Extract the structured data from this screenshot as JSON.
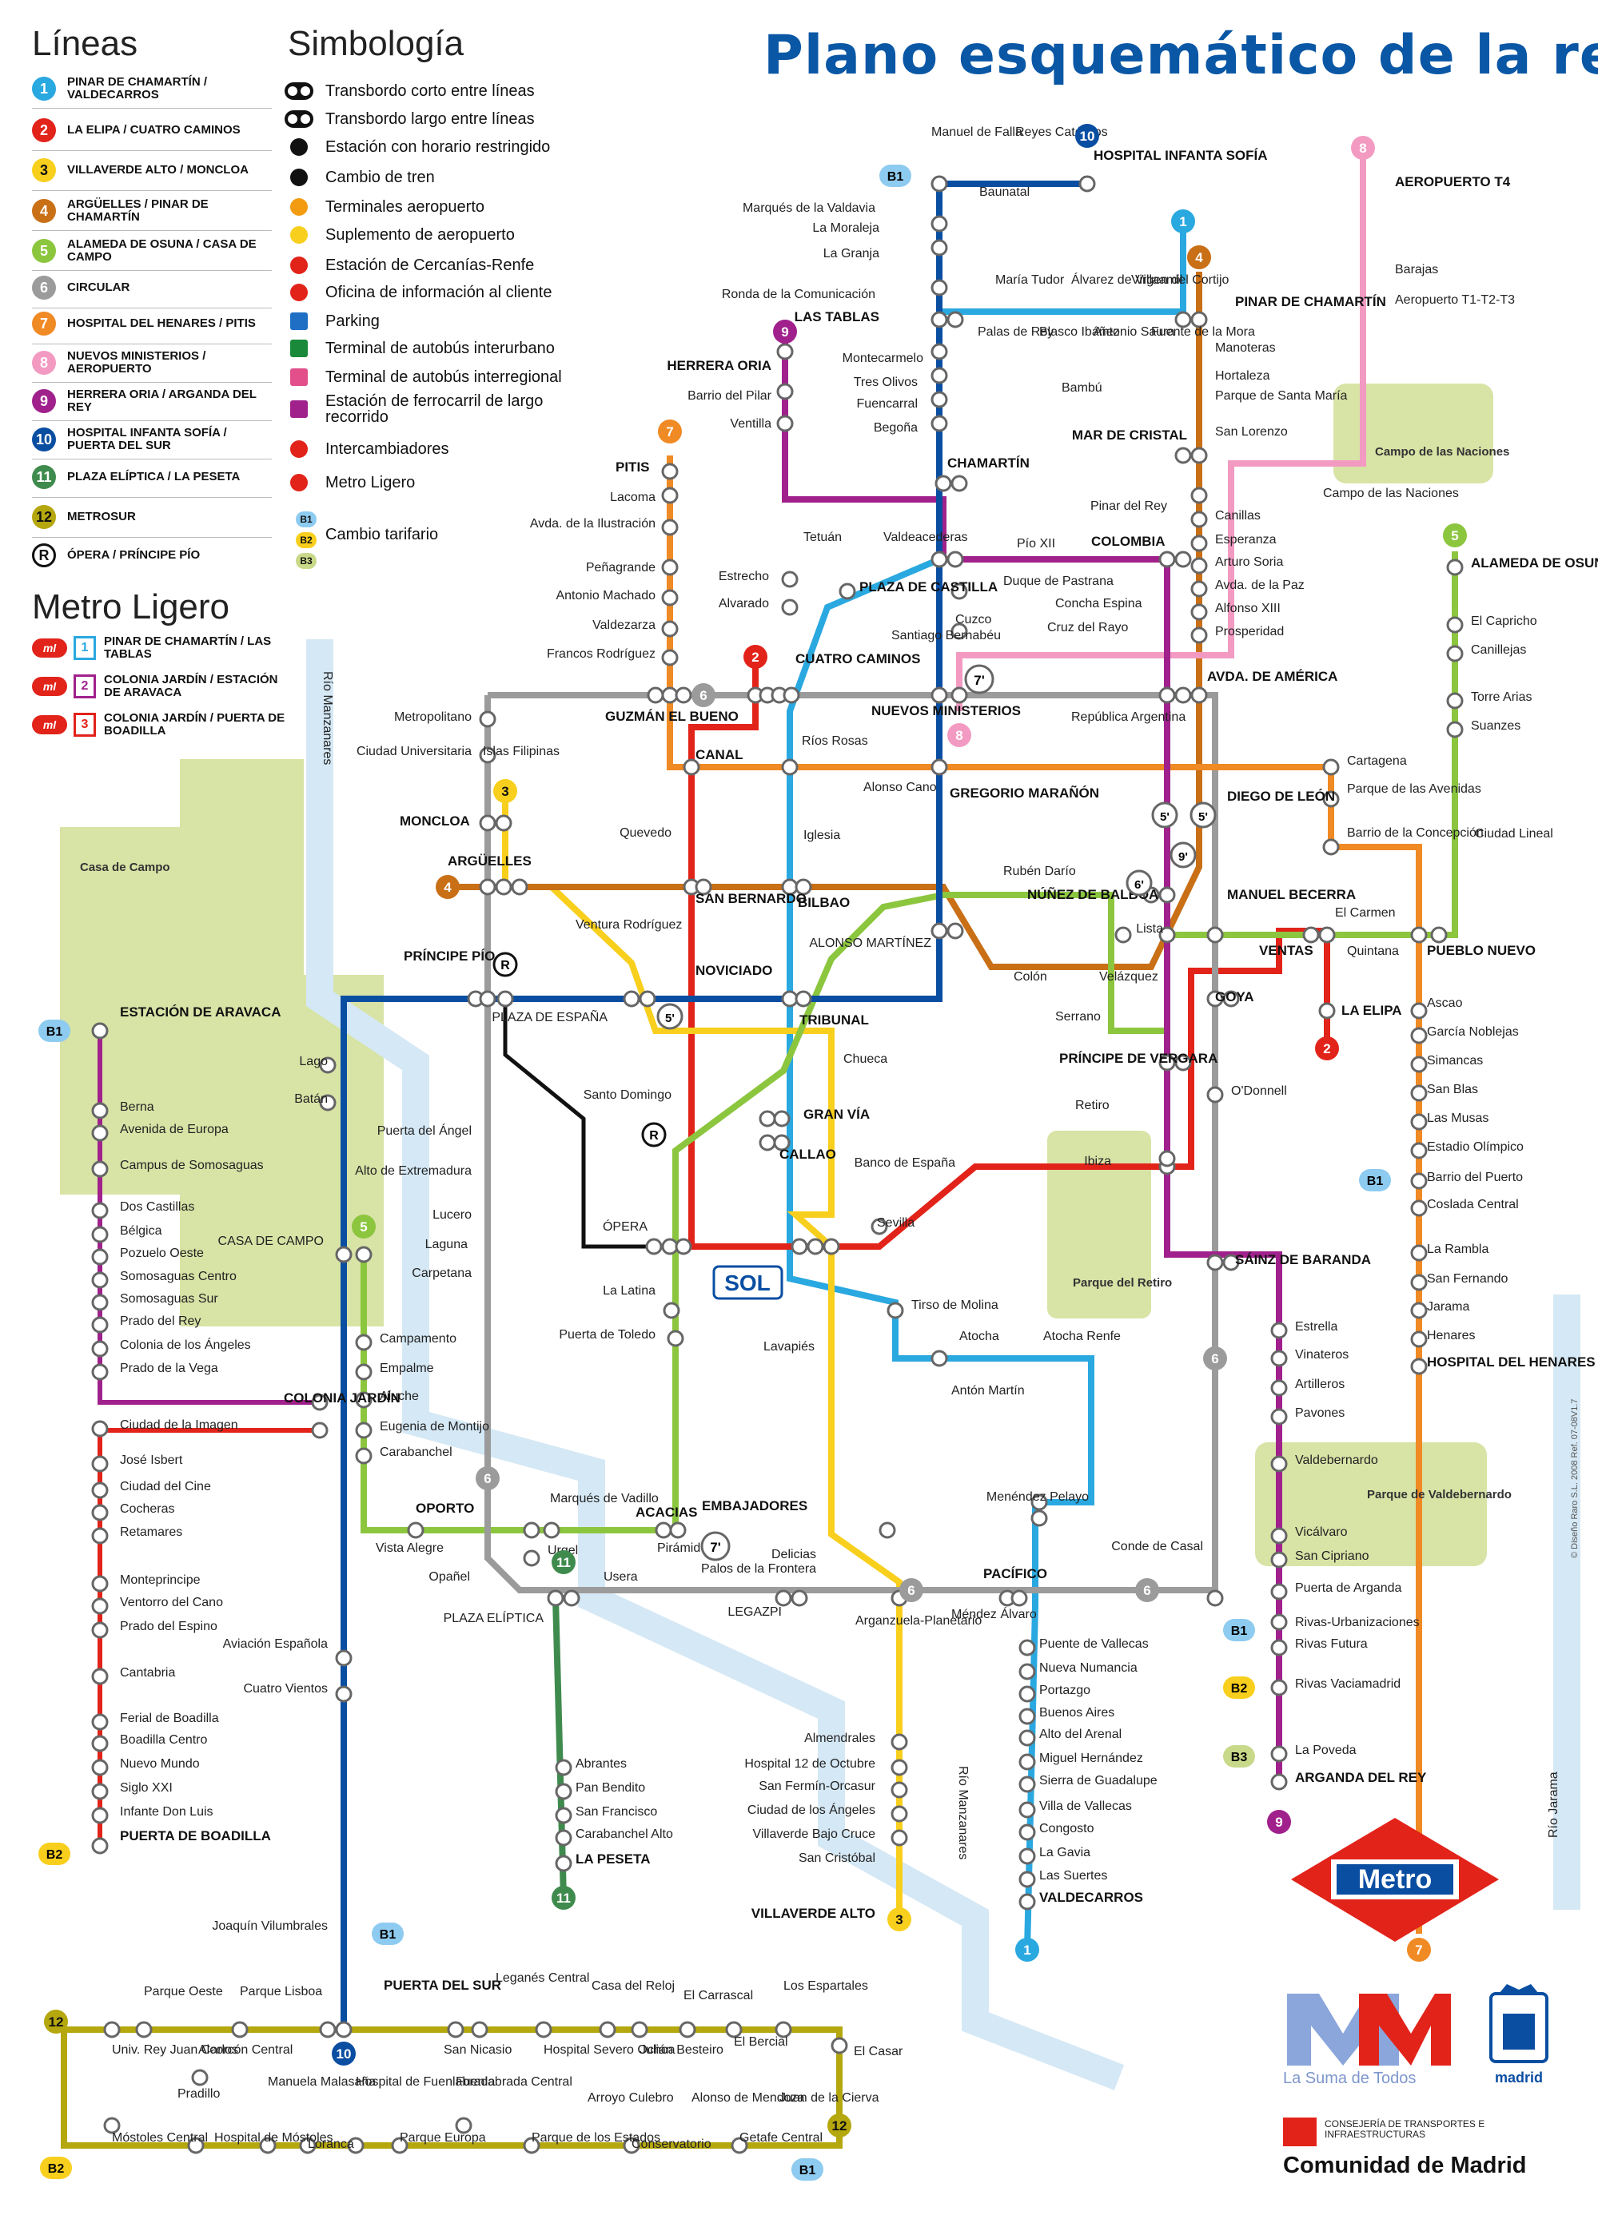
{
  "title": "Plano esquemático de la red",
  "legend": {
    "lines_heading": "Líneas",
    "lines": [
      {
        "num": "1",
        "color": "#2aa8e0",
        "text": "PINAR DE CHAMARTÍN / VALDECARROS"
      },
      {
        "num": "2",
        "color": "#e2231a",
        "text": "LA ELIPA / CUATRO CAMINOS"
      },
      {
        "num": "3",
        "color": "#f8cf1c",
        "text": "VILLAVERDE ALTO / MONCLOA"
      },
      {
        "num": "4",
        "color": "#c96f16",
        "text": "ARGÜELLES / PINAR DE CHAMARTÍN"
      },
      {
        "num": "5",
        "color": "#8cc63f",
        "text": "ALAMEDA DE OSUNA / CASA DE CAMPO"
      },
      {
        "num": "6",
        "color": "#9b9b9b",
        "text": "CIRCULAR"
      },
      {
        "num": "7",
        "color": "#f08a24",
        "text": "HOSPITAL DEL HENARES / PITIS"
      },
      {
        "num": "8",
        "color": "#f39ac2",
        "text": "NUEVOS MINISTERIOS / AEROPUERTO"
      },
      {
        "num": "9",
        "color": "#a0218c",
        "text": "HERRERA ORIA / ARGANDA DEL REY"
      },
      {
        "num": "10",
        "color": "#0a4ea2",
        "text": "HOSPITAL INFANTA SOFÍA / PUERTA DEL SUR"
      },
      {
        "num": "11",
        "color": "#3f8b4e",
        "text": "PLAZA ELÍPTICA / LA PESETA"
      },
      {
        "num": "12",
        "color": "#b5a70e",
        "text": "METROSUR"
      },
      {
        "num": "R",
        "color": "#ffffff",
        "text": "ÓPERA / PRÍNCIPE PÍO"
      }
    ],
    "symbols_heading": "Simbología",
    "symbols": [
      "Transbordo corto entre líneas",
      "Transbordo largo entre líneas",
      "Estación con horario restringido",
      "Cambio de tren",
      "Terminales aeropuerto",
      "Suplemento de aeropuerto",
      "Estación de Cercanías-Renfe",
      "Oficina de información al cliente",
      "Parking",
      "Terminal de autobús interurbano",
      "Terminal de autobús interregional",
      "Estación de ferrocarril de largo recorrido",
      "Intercambiadores",
      "Metro Ligero",
      "Cambio tarifario"
    ],
    "tariff_codes": [
      "B1",
      "B2",
      "B3"
    ],
    "ml_heading": "Metro Ligero",
    "ml_lines": [
      {
        "num": "1",
        "color": "#2aa8e0",
        "text": "PINAR DE CHAMARTÍN / LAS TABLAS"
      },
      {
        "num": "2",
        "color": "#a0218c",
        "text": "COLONIA JARDÍN / ESTACIÓN DE ARAVACA"
      },
      {
        "num": "3",
        "color": "#e2231a",
        "text": "COLONIA JARDÍN / PUERTA DE BOADILLA"
      }
    ],
    "ml_badge": "ml"
  },
  "parks": [
    {
      "text": "Casa de Campo"
    },
    {
      "text": "Campo de las Naciones"
    },
    {
      "text": "Parque del Retiro"
    },
    {
      "text": "Parque de Valdebernardo"
    }
  ],
  "rivers": [
    {
      "text": "Río Manzanares"
    },
    {
      "text": "Río Manzanares"
    },
    {
      "text": "Río Jarama"
    }
  ],
  "badges": {
    "sol": "SOL",
    "shuttle_5": "5'",
    "shuttle_6": "6'",
    "shuttle_7": "7'",
    "shuttle_9": "9'",
    "ramal": "R",
    "b1": "B1",
    "b2": "B2",
    "b3": "B3"
  },
  "stations": [
    {
      "t": "Manuel de Falla"
    },
    {
      "t": "Reyes Católicos"
    },
    {
      "t": "HOSPITAL INFANTA SOFÍA"
    },
    {
      "t": "Baunatal"
    },
    {
      "t": "Marqués de la Valdavia"
    },
    {
      "t": "La Moraleja"
    },
    {
      "t": "La Granja"
    },
    {
      "t": "Ronda de la Comunicación"
    },
    {
      "t": "LAS TABLAS"
    },
    {
      "t": "María Tudor"
    },
    {
      "t": "Álvarez de Villaamil"
    },
    {
      "t": "Virgen del Cortijo"
    },
    {
      "t": "Palas de Rey"
    },
    {
      "t": "Blasco Ibáñez"
    },
    {
      "t": "Antonio Saura"
    },
    {
      "t": "Fuente de la Mora"
    },
    {
      "t": "PINAR DE CHAMARTÍN"
    },
    {
      "t": "AEROPUERTO T4"
    },
    {
      "t": "Barajas"
    },
    {
      "t": "Aeropuerto T1-T2-T3"
    },
    {
      "t": "Manoteras"
    },
    {
      "t": "Hortaleza"
    },
    {
      "t": "Parque de Santa María"
    },
    {
      "t": "San Lorenzo"
    },
    {
      "t": "HERRERA ORIA"
    },
    {
      "t": "Barrio del Pilar"
    },
    {
      "t": "Ventilla"
    },
    {
      "t": "Montecarmelo"
    },
    {
      "t": "Tres Olivos"
    },
    {
      "t": "Fuencarral"
    },
    {
      "t": "Begoña"
    },
    {
      "t": "Bambú"
    },
    {
      "t": "CHAMARTÍN"
    },
    {
      "t": "MAR DE CRISTAL"
    },
    {
      "t": "Campo de las Naciones"
    },
    {
      "t": "PITIS"
    },
    {
      "t": "Lacoma"
    },
    {
      "t": "Avda. de la Ilustración"
    },
    {
      "t": "Peñagrande"
    },
    {
      "t": "Antonio Machado"
    },
    {
      "t": "Valdezarza"
    },
    {
      "t": "Francos Rodríguez"
    },
    {
      "t": "Tetuán"
    },
    {
      "t": "Valdeacederas"
    },
    {
      "t": "Pío XII"
    },
    {
      "t": "COLOMBIA"
    },
    {
      "t": "Pinar del Rey"
    },
    {
      "t": "Canillas"
    },
    {
      "t": "Esperanza"
    },
    {
      "t": "Arturo Soria"
    },
    {
      "t": "Avda. de la Paz"
    },
    {
      "t": "Alfonso XIII"
    },
    {
      "t": "Prosperidad"
    },
    {
      "t": "ALAMEDA DE OSUNA"
    },
    {
      "t": "El Capricho"
    },
    {
      "t": "Canillejas"
    },
    {
      "t": "Torre Arias"
    },
    {
      "t": "Suanzes"
    },
    {
      "t": "Estrecho"
    },
    {
      "t": "Alvarado"
    },
    {
      "t": "PLAZA DE CASTILLA"
    },
    {
      "t": "Duque de Pastrana"
    },
    {
      "t": "Concha Espina"
    },
    {
      "t": "Cruz del Rayo"
    },
    {
      "t": "Cuzco"
    },
    {
      "t": "Santiago Bernabéu"
    },
    {
      "t": "CUATRO CAMINOS"
    },
    {
      "t": "NUEVOS MINISTERIOS"
    },
    {
      "t": "República Argentina"
    },
    {
      "t": "AVDA. DE AMÉRICA"
    },
    {
      "t": "Metropolitano"
    },
    {
      "t": "Ciudad Universitaria"
    },
    {
      "t": "GUZMÁN EL BUENO"
    },
    {
      "t": "Islas Filipinas"
    },
    {
      "t": "CANAL"
    },
    {
      "t": "Ríos Rosas"
    },
    {
      "t": "Alonso Cano"
    },
    {
      "t": "GREGORIO MARAÑÓN"
    },
    {
      "t": "Cartagena"
    },
    {
      "t": "Parque de las Avenidas"
    },
    {
      "t": "Barrio de la Concepción"
    },
    {
      "t": "Ciudad Lineal"
    },
    {
      "t": "DIEGO DE LEÓN"
    },
    {
      "t": "MONCLOA"
    },
    {
      "t": "Quevedo"
    },
    {
      "t": "Iglesia"
    },
    {
      "t": "ARGÜELLES"
    },
    {
      "t": "SAN BERNARDO"
    },
    {
      "t": "BILBAO"
    },
    {
      "t": "Rubén Darío"
    },
    {
      "t": "NÚÑEZ DE BALBOA"
    },
    {
      "t": "MANUEL BECERRA"
    },
    {
      "t": "El Carmen"
    },
    {
      "t": "Quintana"
    },
    {
      "t": "VENTAS"
    },
    {
      "t": "PUEBLO NUEVO"
    },
    {
      "t": "Ventura Rodríguez"
    },
    {
      "t": "PRÍNCIPE PÍO"
    },
    {
      "t": "NOVICIADO"
    },
    {
      "t": "ALONSO MARTÍNEZ"
    },
    {
      "t": "Lista"
    },
    {
      "t": "Colón"
    },
    {
      "t": "Velázquez"
    },
    {
      "t": "Serrano"
    },
    {
      "t": "GOYA"
    },
    {
      "t": "LA ELIPA"
    },
    {
      "t": "Ascao"
    },
    {
      "t": "García Noblejas"
    },
    {
      "t": "Simancas"
    },
    {
      "t": "San Blas"
    },
    {
      "t": "Las Musas"
    },
    {
      "t": "Estadio Olímpico"
    },
    {
      "t": "Barrio del Puerto"
    },
    {
      "t": "Coslada Central"
    },
    {
      "t": "La Rambla"
    },
    {
      "t": "San Fernando"
    },
    {
      "t": "Jarama"
    },
    {
      "t": "Henares"
    },
    {
      "t": "HOSPITAL DEL HENARES"
    },
    {
      "t": "ESTACIÓN DE ARAVACA"
    },
    {
      "t": "Lago"
    },
    {
      "t": "Batán"
    },
    {
      "t": "PLAZA DE ESPAÑA"
    },
    {
      "t": "TRIBUNAL"
    },
    {
      "t": "PRÍNCIPE DE VERGARA"
    },
    {
      "t": "O'Donnell"
    },
    {
      "t": "Chueca"
    },
    {
      "t": "GRAN VÍA"
    },
    {
      "t": "Santo Domingo"
    },
    {
      "t": "CALLAO"
    },
    {
      "t": "Retiro"
    },
    {
      "t": "Banco de España"
    },
    {
      "t": "Ibiza"
    },
    {
      "t": "Puerta del Ángel"
    },
    {
      "t": "Alto de Extremadura"
    },
    {
      "t": "Lucero"
    },
    {
      "t": "Laguna"
    },
    {
      "t": "Carpetana"
    },
    {
      "t": "ÓPERA"
    },
    {
      "t": "Sevilla"
    },
    {
      "t": "SÁINZ DE BARANDA"
    },
    {
      "t": "La Latina"
    },
    {
      "t": "Tirso de Molina"
    },
    {
      "t": "Atocha"
    },
    {
      "t": "Atocha Renfe"
    },
    {
      "t": "Estrella"
    },
    {
      "t": "Vinateros"
    },
    {
      "t": "Artilleros"
    },
    {
      "t": "Pavones"
    },
    {
      "t": "Berna"
    },
    {
      "t": "Avenida de Europa"
    },
    {
      "t": "Campus de Somosaguas"
    },
    {
      "t": "Dos Castillas"
    },
    {
      "t": "Bélgica"
    },
    {
      "t": "Pozuelo Oeste"
    },
    {
      "t": "Somosaguas Centro"
    },
    {
      "t": "Somosaguas Sur"
    },
    {
      "t": "Prado del Rey"
    },
    {
      "t": "Colonia de los Ángeles"
    },
    {
      "t": "Prado de la Vega"
    },
    {
      "t": "CASA DE CAMPO"
    },
    {
      "t": "Campamento"
    },
    {
      "t": "Empalme"
    },
    {
      "t": "Aluche"
    },
    {
      "t": "Eugenia de Montijo"
    },
    {
      "t": "Carabanchel"
    },
    {
      "t": "Puerta de Toledo"
    },
    {
      "t": "Lavapiés"
    },
    {
      "t": "Antón Martín"
    },
    {
      "t": "Valdebernardo"
    },
    {
      "t": "COLONIA JARDÍN"
    },
    {
      "t": "Ciudad de la Imagen"
    },
    {
      "t": "José Isbert"
    },
    {
      "t": "Ciudad del Cine"
    },
    {
      "t": "Cocheras"
    },
    {
      "t": "Retamares"
    },
    {
      "t": "OPORTO"
    },
    {
      "t": "Marqués de Vadillo"
    },
    {
      "t": "ACACIAS"
    },
    {
      "t": "EMBAJADORES"
    },
    {
      "t": "Menéndez Pelayo"
    },
    {
      "t": "Vicálvaro"
    },
    {
      "t": "San Cipriano"
    },
    {
      "t": "Vista Alegre"
    },
    {
      "t": "Urgel"
    },
    {
      "t": "Pirámides"
    },
    {
      "t": "Delicias"
    },
    {
      "t": "Conde de Casal"
    },
    {
      "t": "Opañel"
    },
    {
      "t": "Usera"
    },
    {
      "t": "Palos de la Frontera"
    },
    {
      "t": "PACÍFICO"
    },
    {
      "t": "Puerta de Arganda"
    },
    {
      "t": "Monteprincipe"
    },
    {
      "t": "Ventorro del Cano"
    },
    {
      "t": "Prado del Espino"
    },
    {
      "t": "PLAZA ELÍPTICA"
    },
    {
      "t": "LEGAZPI"
    },
    {
      "t": "Arganzuela-Planetario"
    },
    {
      "t": "Méndez Álvaro"
    },
    {
      "t": "Rivas-Urbanizaciones"
    },
    {
      "t": "Puente de Vallecas"
    },
    {
      "t": "Rivas Futura"
    },
    {
      "t": "Aviación Española"
    },
    {
      "t": "Nueva Numancia"
    },
    {
      "t": "Cantabria"
    },
    {
      "t": "Portazgo"
    },
    {
      "t": "Rivas Vaciamadrid"
    },
    {
      "t": "Cuatro Vientos"
    },
    {
      "t": "Buenos Aires"
    },
    {
      "t": "Ferial de Boadilla"
    },
    {
      "t": "Almendrales"
    },
    {
      "t": "Alto del Arenal"
    },
    {
      "t": "Boadilla Centro"
    },
    {
      "t": "Abrantes"
    },
    {
      "t": "Hospital 12 de Octubre"
    },
    {
      "t": "Miguel Hernández"
    },
    {
      "t": "La Poveda"
    },
    {
      "t": "Nuevo Mundo"
    },
    {
      "t": "Pan Bendito"
    },
    {
      "t": "San Fermín-Orcasur"
    },
    {
      "t": "Sierra de Guadalupe"
    },
    {
      "t": "ARGANDA DEL REY"
    },
    {
      "t": "Siglo XXI"
    },
    {
      "t": "San Francisco"
    },
    {
      "t": "Ciudad de los Ángeles"
    },
    {
      "t": "Villa de Vallecas"
    },
    {
      "t": "Infante Don Luis"
    },
    {
      "t": "Carabanchel Alto"
    },
    {
      "t": "Villaverde Bajo Cruce"
    },
    {
      "t": "Congosto"
    },
    {
      "t": "PUERTA DE BOADILLA"
    },
    {
      "t": "LA PESETA"
    },
    {
      "t": "San Cristóbal"
    },
    {
      "t": "La Gavia"
    },
    {
      "t": "Las Suertes"
    },
    {
      "t": "VALDECARROS"
    },
    {
      "t": "VILLAVERDE ALTO"
    },
    {
      "t": "Joaquín Vilumbrales"
    },
    {
      "t": "Parque Oeste"
    },
    {
      "t": "Parque Lisboa"
    },
    {
      "t": "PUERTA DEL SUR"
    },
    {
      "t": "Leganés Central"
    },
    {
      "t": "Casa del Reloj"
    },
    {
      "t": "El Carrascal"
    },
    {
      "t": "Los Espartales"
    },
    {
      "t": "Univ. Rey Juan Carlos"
    },
    {
      "t": "Alcorcón Central"
    },
    {
      "t": "Manuela Malasaña"
    },
    {
      "t": "Hospital de Fuenlabrada"
    },
    {
      "t": "San Nicasio"
    },
    {
      "t": "Hospital Severo Ochoa"
    },
    {
      "t": "Julián Besteiro"
    },
    {
      "t": "El Bercial"
    },
    {
      "t": "El Casar"
    },
    {
      "t": "Pradillo"
    },
    {
      "t": "Fuenlabrada Central"
    },
    {
      "t": "Arroyo Culebro"
    },
    {
      "t": "Alonso de Mendoza"
    },
    {
      "t": "Juan de la Cierva"
    },
    {
      "t": "Móstoles Central"
    },
    {
      "t": "Hospital de Móstoles"
    },
    {
      "t": "Loranca"
    },
    {
      "t": "Parque Europa"
    },
    {
      "t": "Parque de los Estados"
    },
    {
      "t": "Conservatorio"
    },
    {
      "t": "Getafe Central"
    }
  ],
  "credit": "© Diseño Raro S.L. 2008 Ref. 07-08V1.7",
  "brand": {
    "metro": "Metro",
    "suma": "La Suma de Todos",
    "madrid": "madrid",
    "consejeria": "CONSEJERÍA DE TRANSPORTES E INFRAESTRUCTURAS",
    "comunidad": "Comunidad de Madrid"
  }
}
